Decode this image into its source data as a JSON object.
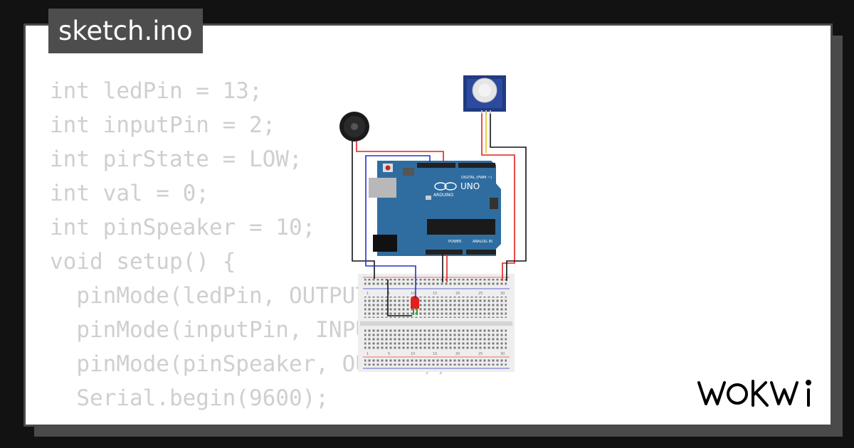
{
  "file": {
    "name": "sketch.ino"
  },
  "code": {
    "lines": [
      "int ledPin = 13;",
      "int inputPin = 2;",
      "int pirState = LOW;",
      "int val = 0;",
      "int pinSpeaker = 10;",
      "",
      "void setup() {",
      "  pinMode(ledPin, OUTPUT);",
      "  pinMode(inputPin, INPUT);",
      "  pinMode(pinSpeaker, OUTPUT);",
      "  Serial.begin(9600);"
    ]
  },
  "circuit": {
    "board": {
      "brand": "ARDUINO",
      "model": "UNO",
      "digital_label": "DIGITAL (PWM ~)",
      "power_label": "POWER",
      "analog_label": "ANALOG IN"
    },
    "breadboard_numbers": [
      "1",
      "5",
      "10",
      "15",
      "20",
      "25",
      "30"
    ],
    "components": [
      "buzzer-icon",
      "pir-sensor-icon",
      "led-icon",
      "arduino-uno-icon",
      "breadboard-icon"
    ]
  },
  "brand": {
    "logo_text": "WOKWI"
  },
  "colors": {
    "background": "#121212",
    "card": "#ffffff",
    "card_border": "#4a4a4a",
    "code_text": "#cfcfcf",
    "board": "#2f6da0",
    "wire_red": "#e0201b",
    "wire_blue": "#2332c8",
    "wire_black": "#111111"
  }
}
